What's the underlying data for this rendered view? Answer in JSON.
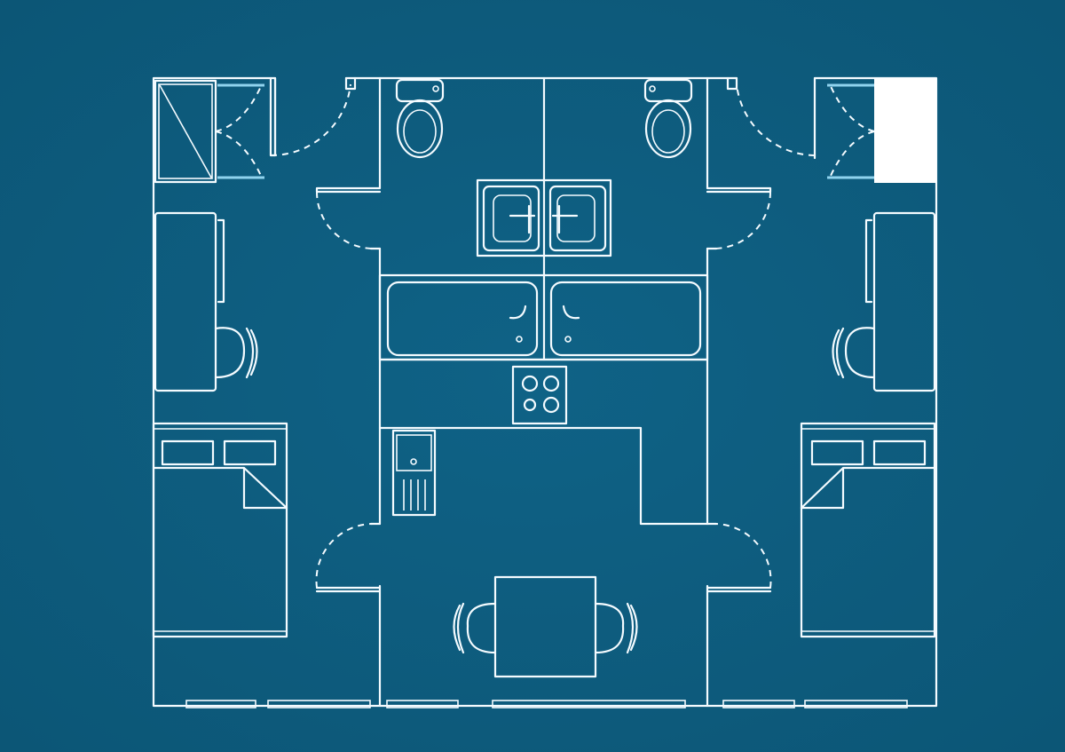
{
  "colors": {
    "background": "#0e5d7f",
    "lines": "#f4fbff",
    "glass": "#8fd3ee"
  },
  "diagram": {
    "type": "floor-plan-blueprint",
    "rooms": [
      "bedroom-left",
      "bathroom-left",
      "bathroom-right",
      "kitchen",
      "dining",
      "bedroom-right"
    ]
  }
}
